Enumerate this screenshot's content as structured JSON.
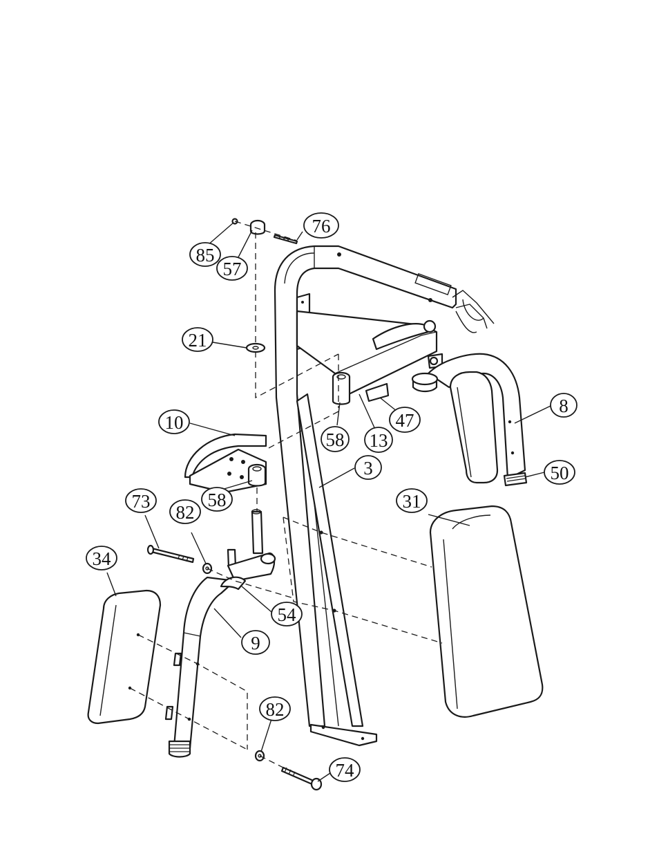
{
  "callouts": {
    "c76": "76",
    "c85": "85",
    "c57": "57",
    "c21": "21",
    "c10": "10",
    "c58a": "58",
    "c13": "13",
    "c47": "47",
    "c8": "8",
    "c50": "50",
    "c3": "3",
    "c58b": "58",
    "c73": "73",
    "c82a": "82",
    "c31": "31",
    "c34": "34",
    "c54": "54",
    "c9": "9",
    "c82b": "82",
    "c74": "74"
  }
}
